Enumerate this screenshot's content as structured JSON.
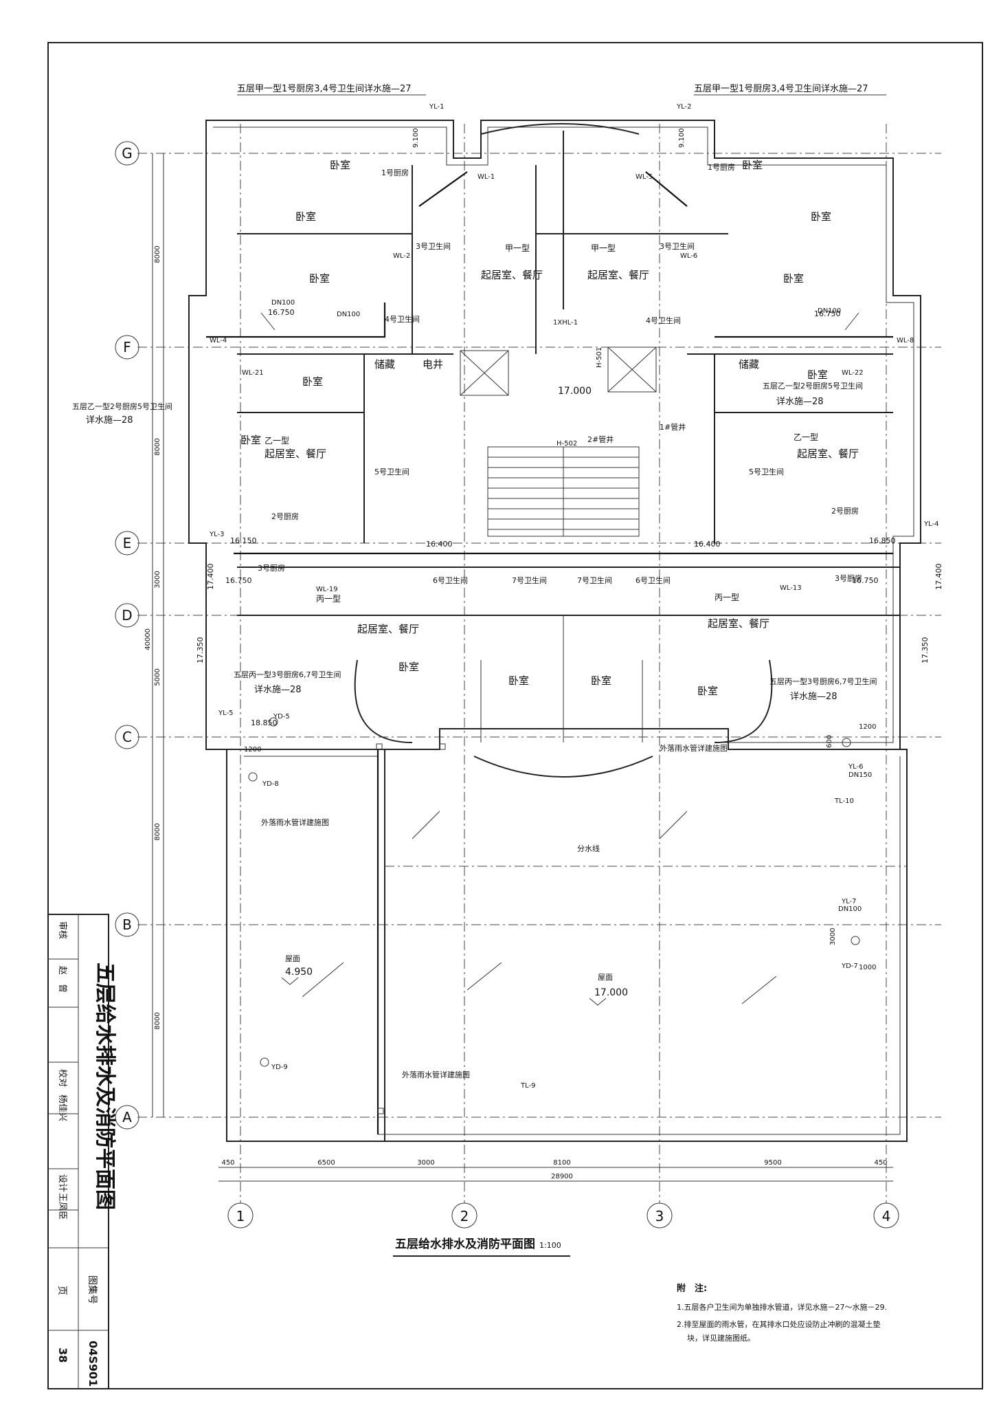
{
  "drawing": {
    "title": "五层给水排水及消防平面图",
    "scale": "1:100",
    "grid_axes_letters": [
      "G",
      "F",
      "E",
      "D",
      "C",
      "B",
      "A"
    ],
    "grid_axes_numbers": [
      "1",
      "2",
      "3",
      "4"
    ],
    "bottom_dimensions": [
      "450",
      "6500",
      "3000",
      "8100",
      "9500",
      "450"
    ],
    "bottom_total": "28900",
    "left_dimensions": [
      "8000",
      "8000",
      "3000",
      "5000",
      "8000",
      "8000"
    ],
    "left_total": "40000",
    "callouts": {
      "top_left": "五层甲一型1号厨房3,4号卫生间详水施—27",
      "top_right": "五层甲一型1号厨房3,4号卫生间详水施—27",
      "mid_left_1": "五层乙一型2号厨房5号卫生间",
      "mid_left_2": "详水施—28",
      "mid_right_1": "五层乙一型2号厨房5号卫生间",
      "mid_right_2": "详水施—28",
      "low_left_1": "五层丙一型3号厨房6,7号卫生间",
      "low_left_2": "详水施—28",
      "low_right_1": "五层丙一型3号厨房6,7号卫生间",
      "low_right_2": "详水施—28",
      "ext_rain_1": "外落雨水管详建施图",
      "ext_rain_2": "外落雨水管详建施图",
      "ext_rain_3": "外落雨水管详建施图",
      "divide_line": "分水线"
    },
    "rooms": {
      "bedroom": "卧室",
      "living": "起居室、餐厅",
      "storage": "储藏",
      "elec": "电井",
      "type_a": "甲一型",
      "type_b": "乙一型",
      "type_c": "丙一型",
      "kitchen1": "1号厨房",
      "kitchen2": "2号厨房",
      "kitchen3": "3号厨房",
      "bath3": "3号卫生间",
      "bath4": "4号卫生间",
      "bath5": "5号卫生间",
      "bath6": "6号卫生间",
      "bath7": "7号卫生间",
      "pipe_shaft": "1#管井",
      "pipe_shaft2": "2#管井",
      "roof": "屋面"
    },
    "levels": {
      "lv_17000": "17.000",
      "lv_4950": "4.950",
      "lv_16750": "16.750",
      "lv_16150": "16.150",
      "lv_16400": "16.400",
      "lv_16850": "16.850",
      "lv_17400": "17.400",
      "lv_17350": "17.350",
      "lv_18850": "18.850"
    },
    "tags": {
      "yl1": "YL-1",
      "yl2": "YL-2",
      "yl3": "YL-3",
      "yl4": "YL-4",
      "yl5": "YL-5",
      "yl6": "YL-6",
      "yl7": "YL-7",
      "yd5": "YD-5",
      "yd7": "YD-7",
      "yd8": "YD-8",
      "yd9": "YD-9",
      "wl1": "WL-1",
      "wl2": "WL-2",
      "wl4": "WL-4",
      "wl5": "WL-5",
      "wl6": "WL-6",
      "wl8": "WL-8",
      "wl13": "WL-13",
      "wl19": "WL-19",
      "wl21": "WL-21",
      "wl22": "WL-22",
      "tl9": "TL-9",
      "tl10": "TL-10",
      "dn100": "DN100",
      "dn150": "DN150",
      "d1200": "1200",
      "d9100": "9.100",
      "d600": "600",
      "d3000": "3000",
      "d1000": "1000",
      "h501": "H-501",
      "h502": "H-502",
      "xhl1": "1XHL-1"
    },
    "notes_title": "附　注:",
    "notes": [
      "1.五层各户卫生间为单独排水管道，详见水施－27～水施－29.",
      "2.排至屋面的雨水管，在其排水口处应设防止冲刷的混凝土垫",
      "块，详见建施图纸。"
    ]
  },
  "title_block": {
    "drawing_name": "五层给水排水及消防平面图",
    "atlas_label": "图集号",
    "atlas_no": "04S901",
    "page_label": "页",
    "page_no": "38",
    "review_label": "审核",
    "review_name": "赵　曾",
    "check_label": "校对",
    "check_name": "杨佳兴",
    "design_label": "设计",
    "design_name": "王凤臣"
  }
}
